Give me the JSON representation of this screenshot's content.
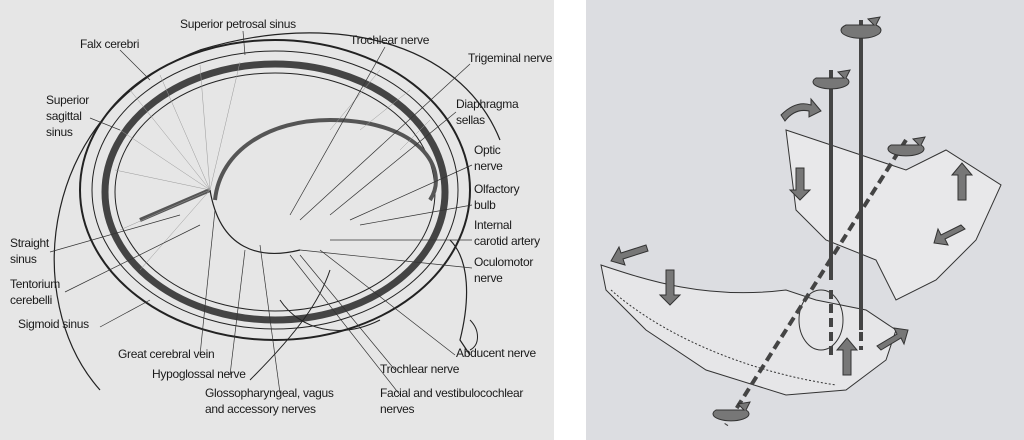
{
  "left_figure": {
    "labels": {
      "superior_petrosal_sinus": "Superior petrosal sinus",
      "falx_cerebri": "Falx cerebri",
      "trochlear_nerve_top": "Trochlear nerve",
      "trigeminal_nerve": "Trigeminal nerve",
      "superior_sagittal_sinus": [
        "Superior",
        "sagittal",
        "sinus"
      ],
      "diaphragma_sellas": [
        "Diaphragma",
        "sellas"
      ],
      "optic_nerve": [
        "Optic",
        "nerve"
      ],
      "olfactory_bulb": [
        "Olfactory",
        "bulb"
      ],
      "internal_carotid_artery": [
        "Internal",
        "carotid artery"
      ],
      "oculomotor_nerve": [
        "Oculomotor",
        "nerve"
      ],
      "straight_sinus": [
        "Straight",
        "sinus"
      ],
      "tentorium_cerebelli": [
        "Tentorium",
        "cerebelli"
      ],
      "sigmoid_sinus": "Sigmoid sinus",
      "great_cerebral_vein": "Great cerebral vein",
      "hypoglossal_nerve": "Hypoglossal nerve",
      "glossopharyngeal": [
        "Glossopharyngeal, vagus",
        "and accessory nerves"
      ],
      "facial_vestibulocochlear": [
        "Facial and vestibulocochlear",
        "nerves"
      ],
      "trochlear_nerve_bottom": "Trochlear nerve",
      "abducent_nerve": "Abducent nerve"
    }
  },
  "right_figure": {
    "subject": "rotation-axes-of-skull-and-mandible"
  }
}
